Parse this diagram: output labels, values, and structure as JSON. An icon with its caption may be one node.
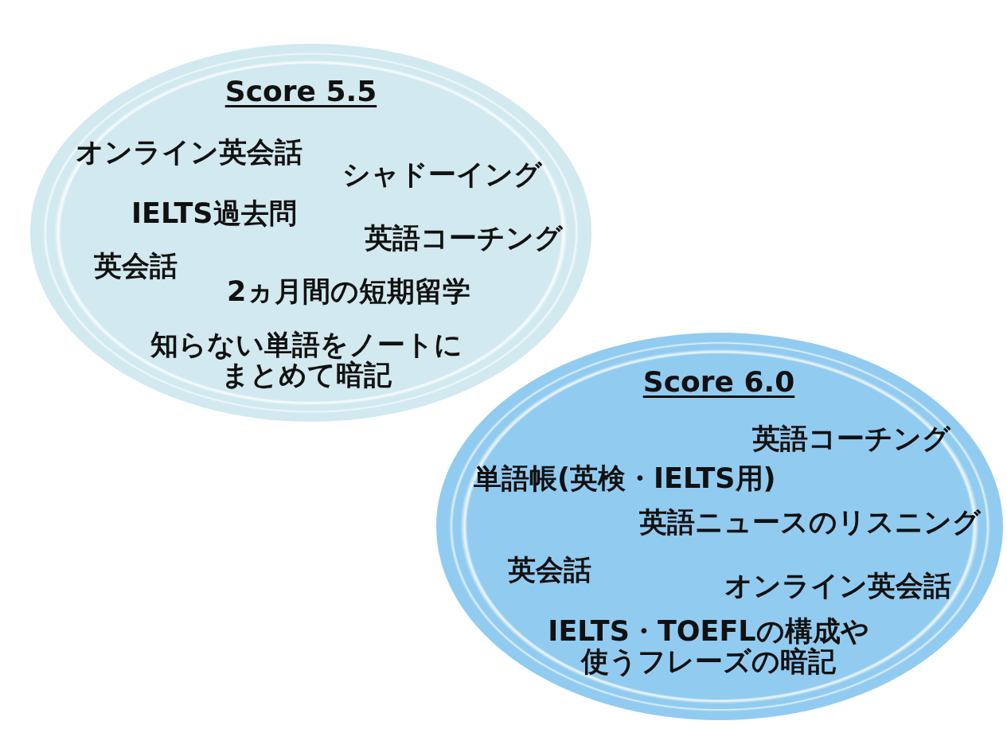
{
  "diagram": {
    "nodes": [
      {
        "text": [
          "Score 5.5",
          "オンライン英会話",
          "シャドーイング",
          "IELTS過去問",
          "英語コーチング",
          "英会話",
          "2ヵ月間の短期留学",
          "知らない単語をノートにまとめて暗記"
        ]
      },
      {
        "text": [
          "Score 6.0",
          "英語コーチング",
          "単語帳(英検・IELTS用)",
          "英語ニュースのリスニング",
          "英会話",
          "オンライン英会話",
          "IELTS・TOEFLの構成や使うフレーズの暗記"
        ]
      }
    ]
  }
}
